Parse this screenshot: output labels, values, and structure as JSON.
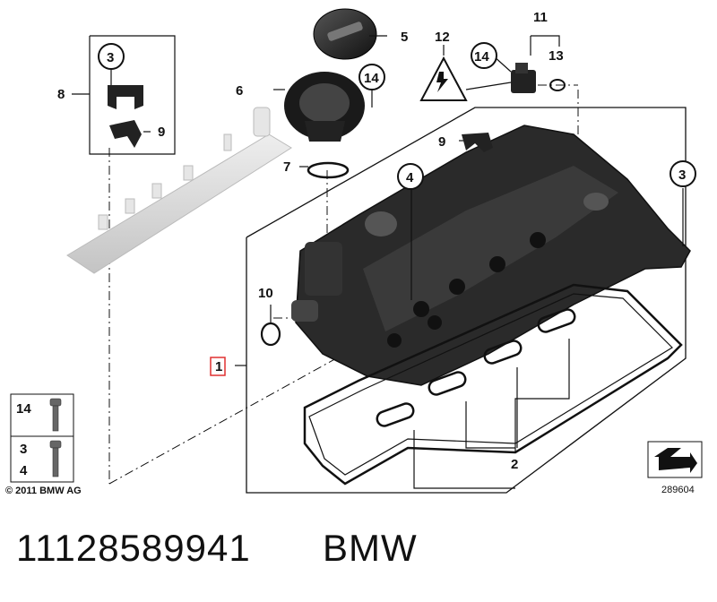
{
  "diagram": {
    "callouts": {
      "c1": "1",
      "c2": "2",
      "c3a": "3",
      "c3b": "3",
      "c4": "4",
      "c5": "5",
      "c6": "6",
      "c7": "7",
      "c8": "8",
      "c9a": "9",
      "c9b": "9",
      "c10": "10",
      "c11": "11",
      "c12": "12",
      "c13": "13",
      "c14a": "14",
      "c14b": "14"
    },
    "legend": {
      "k14": "14",
      "k3": "3",
      "k4": "4"
    },
    "image_number": "289604"
  },
  "footer": {
    "copyright": "© 2011 BMW AG",
    "part_number": "11128589941",
    "brand": "BMW"
  },
  "colors": {
    "line": "#111111",
    "part": "#2a2a2a",
    "fuel_rail": "#d9d9d9",
    "highlight": "#e03030"
  }
}
